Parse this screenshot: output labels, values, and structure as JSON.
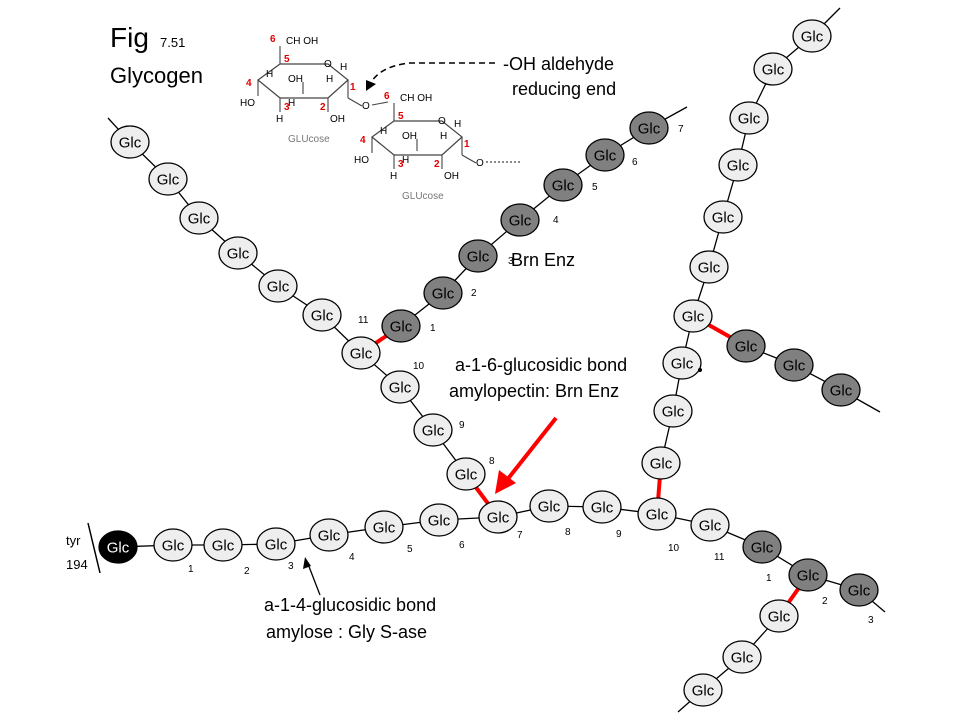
{
  "figure": {
    "fig_word": "Fig",
    "fig_number": "7.51",
    "name": "Glycogen"
  },
  "reducing_end": {
    "line1": "-OH  aldehyde",
    "line2": "reducing end"
  },
  "branch_enzyme_label": "Brn Enz",
  "alpha16_note": {
    "line1": "a-1-6-glucosidic bond",
    "line2": "amylopectin: Brn Enz"
  },
  "alpha14_note": {
    "line1": "a-1-4-glucosidic bond",
    "line2": "amylose :  Gly S-ase"
  },
  "tyr": {
    "line1": "tyr",
    "line2": "194"
  },
  "ring": {
    "name": "GLUcose",
    "carbons": [
      "1",
      "2",
      "3",
      "4",
      "5",
      "6"
    ],
    "atoms": [
      "O",
      "H",
      "OH",
      "HO",
      "CH"
    ]
  },
  "residue_label": "Glc",
  "colors": {
    "light_residue": "#eeeeee",
    "dark_residue": "#808080",
    "anchor_residue": "#000000",
    "branch_bond": "#ff0000",
    "carbon_numbers": "#e00000"
  },
  "position_numbers": {
    "main_chain": [
      "1",
      "2",
      "3",
      "4",
      "5",
      "6",
      "7",
      "8",
      "9",
      "10",
      "11"
    ],
    "diagonal_chain": [
      "8",
      "9",
      "10",
      "11"
    ],
    "new_branch": [
      "1",
      "2",
      "3",
      "4",
      "5",
      "6",
      "7"
    ],
    "lower_right_branch": [
      "1",
      "2",
      "3"
    ]
  }
}
